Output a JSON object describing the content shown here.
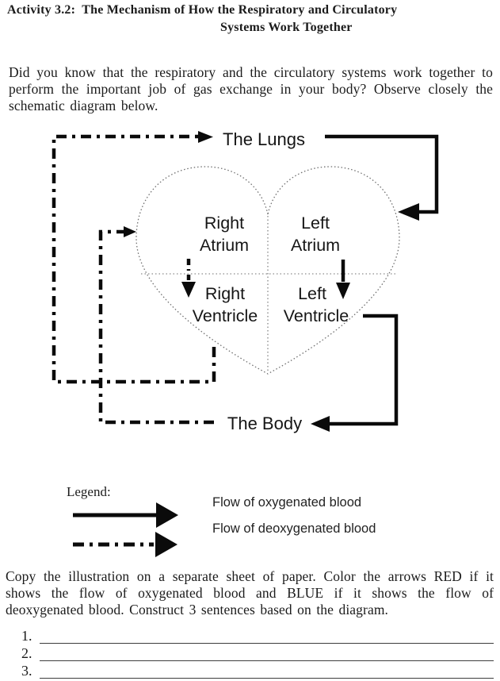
{
  "colors": {
    "background": "#ffffff",
    "ink": "#1b1b1b",
    "diagram_line": "#0b0b0b",
    "answer_line": "#3d3d3d"
  },
  "title": {
    "line1": "Activity 3.2:  The Mechanism of How the Respiratory and Circulatory",
    "line2": "Systems Work Together"
  },
  "intro": {
    "text": "Did you know that the respiratory and the circulatory systems work together to perform the important job of gas exchange in your body? Observe closely the schematic diagram below."
  },
  "diagram": {
    "lungs_label": "The Lungs",
    "body_label": "The Body",
    "chambers": [
      {
        "id": "right-atrium",
        "line1": "Right",
        "line2": "Atrium"
      },
      {
        "id": "left-atrium",
        "line1": "Left",
        "line2": "Atrium"
      },
      {
        "id": "right-ventricle",
        "line1": "Right",
        "line2": "Ventricle"
      },
      {
        "id": "left-ventricle",
        "line1": "Left",
        "line2": "Ventricle"
      }
    ],
    "flows": [
      {
        "from": "The Body",
        "to": "Right Atrium",
        "blood": "deoxygenated",
        "line_style": "dash-dot"
      },
      {
        "from": "Right Atrium",
        "to": "Right Ventricle",
        "blood": "deoxygenated",
        "line_style": "dash-dot"
      },
      {
        "from": "Right Ventricle",
        "to": "The Lungs",
        "blood": "deoxygenated",
        "line_style": "dash-dot"
      },
      {
        "from": "The Lungs",
        "to": "Left Atrium",
        "blood": "oxygenated",
        "line_style": "solid"
      },
      {
        "from": "Left Atrium",
        "to": "Left Ventricle",
        "blood": "oxygenated",
        "line_style": "solid"
      },
      {
        "from": "Left Ventricle",
        "to": "The Body",
        "blood": "oxygenated",
        "line_style": "solid"
      }
    ]
  },
  "legend": {
    "title": "Legend:",
    "items": [
      {
        "symbol": "solid-arrow",
        "label": "Flow of oxygenated blood"
      },
      {
        "symbol": "dash-dot-arrow",
        "label": "Flow of deoxygenated blood"
      }
    ]
  },
  "instructions": {
    "text": "Copy the illustration on a separate sheet of paper. Color the arrows RED if it shows the flow of oxygenated blood and BLUE if it shows the flow of deoxygenated blood. Construct 3 sentences based on the diagram."
  },
  "answers": [
    {
      "number": "1."
    },
    {
      "number": "2."
    },
    {
      "number": "3."
    }
  ]
}
